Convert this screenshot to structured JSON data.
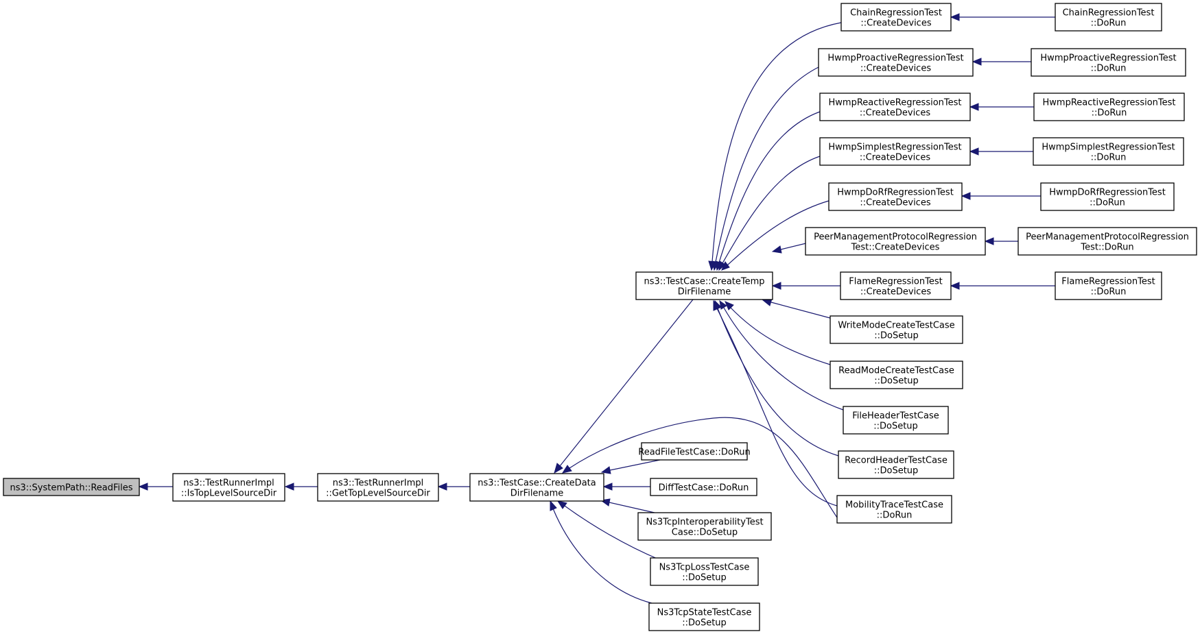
{
  "colors": {
    "edge": "#191970",
    "root_fill": "#bfbfbf",
    "node_fill": "#ffffff",
    "node_border": "#000000"
  },
  "nodes": {
    "readfiles": {
      "lines": [
        "ns3::SystemPath::ReadFiles"
      ],
      "root": true
    },
    "istoplevel": {
      "lines": [
        "ns3::TestRunnerImpl",
        "::IsTopLevelSourceDir"
      ]
    },
    "gettoplevel": {
      "lines": [
        "ns3::TestRunnerImpl",
        "::GetTopLevelSourceDir"
      ]
    },
    "createdata": {
      "lines": [
        "ns3::TestCase::CreateData",
        "DirFilename"
      ]
    },
    "createtemp": {
      "lines": [
        "ns3::TestCase::CreateTemp",
        "DirFilename"
      ]
    },
    "chain_cd": {
      "lines": [
        "ChainRegressionTest",
        "::CreateDevices"
      ]
    },
    "hwmppro_cd": {
      "lines": [
        "HwmpProactiveRegressionTest",
        "::CreateDevices"
      ]
    },
    "hwmpre_cd": {
      "lines": [
        "HwmpReactiveRegressionTest",
        "::CreateDevices"
      ]
    },
    "hwmpsim_cd": {
      "lines": [
        "HwmpSimplestRegressionTest",
        "::CreateDevices"
      ]
    },
    "hwmpdorf_cd": {
      "lines": [
        "HwmpDoRfRegressionTest",
        "::CreateDevices"
      ]
    },
    "peer_cd": {
      "lines": [
        "PeerManagementProtocolRegression",
        "Test::CreateDevices"
      ]
    },
    "flame_cd": {
      "lines": [
        "FlameRegressionTest",
        "::CreateDevices"
      ]
    },
    "writemode": {
      "lines": [
        "WriteModeCreateTestCase",
        "::DoSetup"
      ]
    },
    "readmode": {
      "lines": [
        "ReadModeCreateTestCase",
        "::DoSetup"
      ]
    },
    "fileheader": {
      "lines": [
        "FileHeaderTestCase",
        "::DoSetup"
      ]
    },
    "recordheader": {
      "lines": [
        "RecordHeaderTestCase",
        "::DoSetup"
      ]
    },
    "mobility": {
      "lines": [
        "MobilityTraceTestCase",
        "::DoRun"
      ]
    },
    "chain_run": {
      "lines": [
        "ChainRegressionTest",
        "::DoRun"
      ]
    },
    "hwmppro_run": {
      "lines": [
        "HwmpProactiveRegressionTest",
        "::DoRun"
      ]
    },
    "hwmpre_run": {
      "lines": [
        "HwmpReactiveRegressionTest",
        "::DoRun"
      ]
    },
    "hwmpsim_run": {
      "lines": [
        "HwmpSimplestRegressionTest",
        "::DoRun"
      ]
    },
    "hwmpdorf_run": {
      "lines": [
        "HwmpDoRfRegressionTest",
        "::DoRun"
      ]
    },
    "peer_run": {
      "lines": [
        "PeerManagementProtocolRegression",
        "Test::DoRun"
      ]
    },
    "flame_run": {
      "lines": [
        "FlameRegressionTest",
        "::DoRun"
      ]
    },
    "readfile_run": {
      "lines": [
        "ReadFileTestCase::DoRun"
      ]
    },
    "diff_run": {
      "lines": [
        "DiffTestCase::DoRun"
      ]
    },
    "tcpinterop": {
      "lines": [
        "Ns3TcpInteroperabilityTest",
        "Case::DoSetup"
      ]
    },
    "tcploss": {
      "lines": [
        "Ns3TcpLossTestCase",
        "::DoSetup"
      ]
    },
    "tcpstate": {
      "lines": [
        "Ns3TcpStateTestCase",
        "::DoSetup"
      ]
    }
  }
}
